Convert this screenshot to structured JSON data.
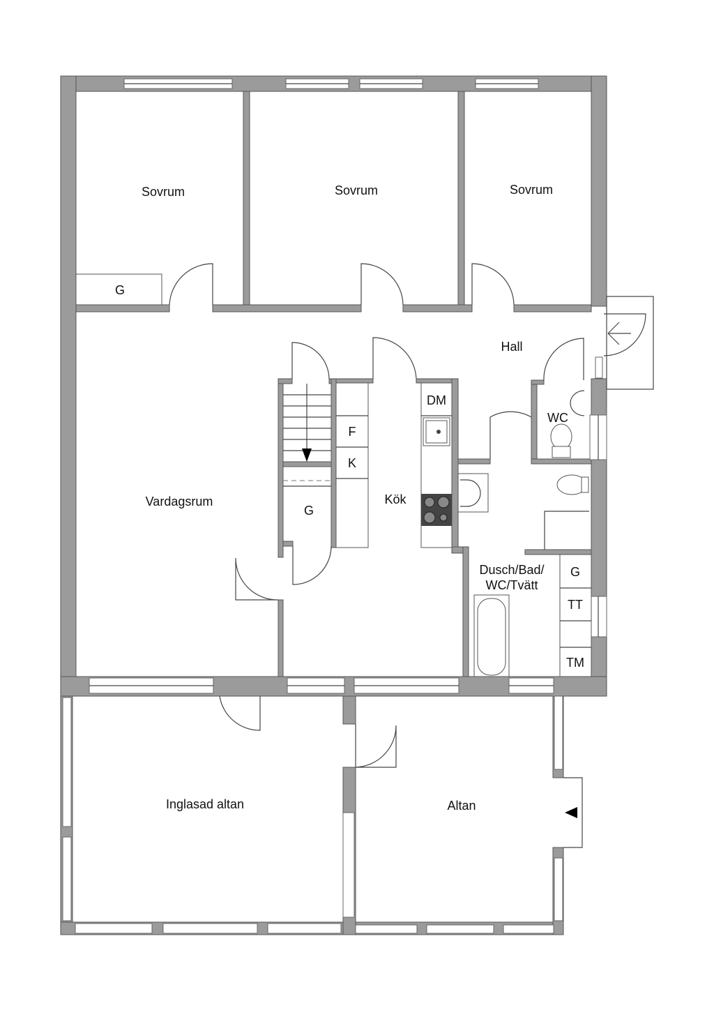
{
  "rooms": {
    "bedroom1": "Sovrum",
    "bedroom2": "Sovrum",
    "bedroom3": "Sovrum",
    "bedroom_closet": "G",
    "hall": "Hall",
    "wc": "WC",
    "dishwasher": "DM",
    "fridge": "F",
    "cooler": "K",
    "kitchen": "Kök",
    "stair_closet": "G",
    "living_room": "Vardagsrum",
    "bathroom_line1": "Dusch/Bad/",
    "bathroom_line2": "WC/Tvätt",
    "bath_closet": "G",
    "dryer": "TT",
    "washer": "TM",
    "glazed_terrace": "Inglasad altan",
    "terrace": "Altan"
  },
  "colors": {
    "wall": "#9b9b9b",
    "line": "#444444"
  }
}
